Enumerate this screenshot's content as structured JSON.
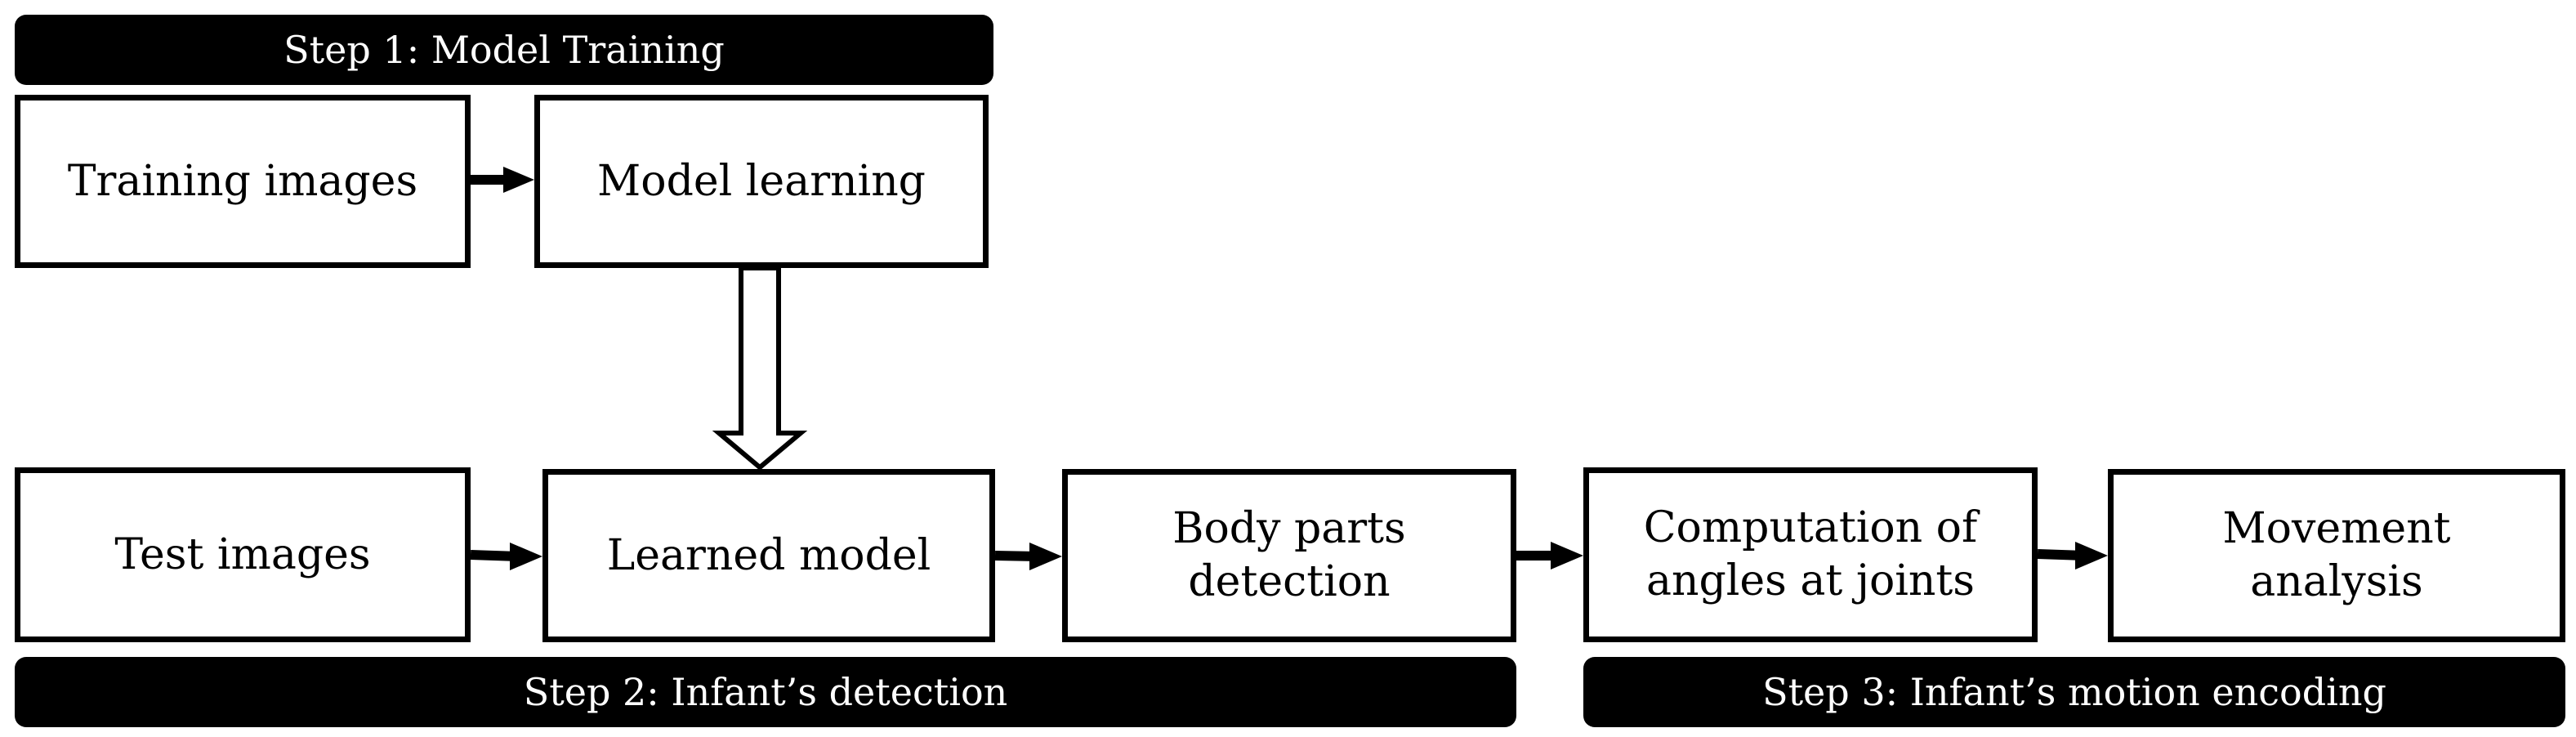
{
  "steps": {
    "step1": "Step 1: Model Training",
    "step2": "Step 2: Infant’s detection",
    "step3": "Step 3: Infant’s motion encoding"
  },
  "boxes": {
    "training_images": "Training images",
    "model_learning": "Model learning",
    "test_images": "Test images",
    "learned_model": "Learned model",
    "body_parts_detection": "Body parts\ndetection",
    "angles_computation": "Computation of\nangles at joints",
    "movement_analysis": "Movement\nanalysis"
  },
  "colors": {
    "banner_bg": "#000000",
    "banner_text": "#ffffff",
    "box_border": "#000000"
  }
}
